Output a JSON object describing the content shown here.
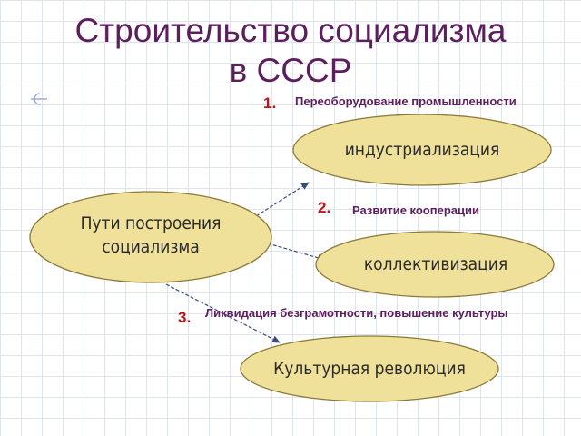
{
  "title": {
    "line1": "Строительство  социализма",
    "line2": "в СССР"
  },
  "center_node": {
    "line1": "Пути построения",
    "line2": "социализма"
  },
  "branches": [
    {
      "number": "1.",
      "note": "Переоборудование промышленности",
      "label": "индустриализация"
    },
    {
      "number": "2.",
      "note": "Развитие кооперации",
      "label": "коллективизация"
    },
    {
      "number": "3.",
      "note": "Ликвидация безграмотности, повышение культуры",
      "label": "Культурная  революция"
    }
  ],
  "colors": {
    "title": "#5b1f5e",
    "ellipse_fill": "#efe09a",
    "ellipse_stroke": "#8a7a3a",
    "arrow": "#3a4a7a",
    "number": "#c0121a",
    "note": "#5b1f5e"
  }
}
